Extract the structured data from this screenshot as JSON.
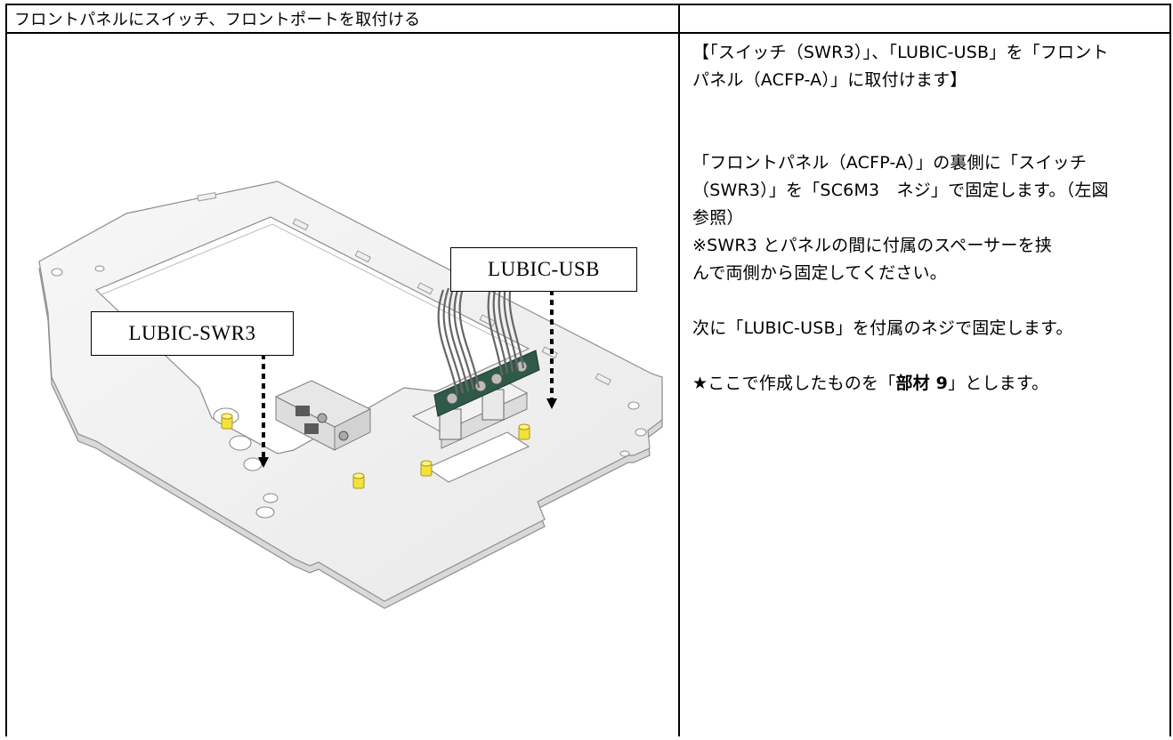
{
  "header": {
    "title": "フロントパネルにスイッチ、フロントポートを取付ける"
  },
  "instructions": {
    "heading_line1": "【「スイッチ（SWR3）」、「LUBIC-USB」を「フロント",
    "heading_line2": "パネル（ACFP-A）」に取付けます】",
    "step1_line1": "「フロントパネル（ACFP-A）」の裏側に「スイッチ",
    "step1_line2": "（SWR3）」を「SC6M3　ネジ」で固定します。（左図",
    "step1_line3": "参照）",
    "note_line1": "※SWR3 とパネルの間に付属のスペーサーを挟",
    "note_line2": "んで両側から固定してください。",
    "step2": "次に「LUBIC-USB」を付属のネジで固定します。",
    "result_prefix": "★ここで作成したものを「",
    "result_part": "部材 9",
    "result_suffix": "」とします。"
  },
  "illustration": {
    "label_usb": "LUBIC-USB",
    "label_swr3": "LUBIC-SWR3"
  },
  "colors": {
    "spacer_yellow": "#f2e23a",
    "pcb_green": "#2f5a48",
    "acrylic_edge": "#9a9a9a"
  }
}
